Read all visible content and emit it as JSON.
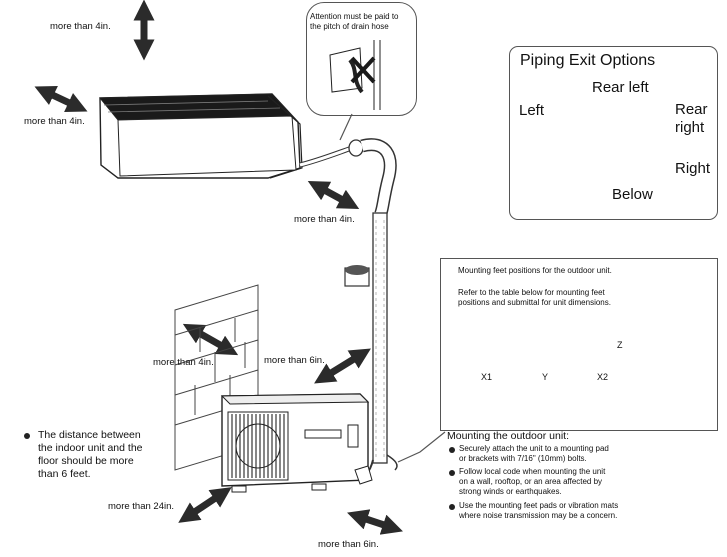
{
  "labels": {
    "clearance_top": "more than 4in.",
    "clearance_left": "more than 4in.",
    "clearance_right_indoor": "more than 4in.",
    "clearance_wall_outdoor": "more than 4in.",
    "clearance_top_outdoor": "more than 6in.",
    "clearance_front_outdoor": "more than 24in.",
    "clearance_side_outdoor": "more than 6in."
  },
  "attention": {
    "line1": "Attention must be paid to",
    "line2": "the pitch of drain hose"
  },
  "piping": {
    "title": "Piping Exit Options",
    "rear_left": "Rear left",
    "left": "Left",
    "rear_right_1": "Rear",
    "rear_right_2": "right",
    "right": "Right",
    "below": "Below"
  },
  "mounting_feet": {
    "line1": "Mounting feet positions for the outdoor unit.",
    "line2": "Refer to the table below for mounting feet",
    "line3": "positions and submittal for unit dimensions.",
    "dim_x1": "X1",
    "dim_y": "Y",
    "dim_x2": "X2",
    "dim_z": "Z"
  },
  "distance_note": {
    "line1": "The distance between",
    "line2": "the indoor unit and the",
    "line3": "floor should be more",
    "line4": "than 6 feet."
  },
  "mounting_outdoor": {
    "title": "Mounting the outdoor unit:",
    "b1_l1": "Securely attach the unit to a mounting pad",
    "b1_l2": "or brackets with 7/16\" (10mm) bolts.",
    "b2_l1": "Follow local code when mounting the unit",
    "b2_l2": "on a wall, rooftop, or an area affected by",
    "b2_l3": "strong winds or earthquakes.",
    "b3_l1": "Use the mounting feet pads or vibration mats",
    "b3_l2": "where noise transmission may be a concern."
  },
  "colors": {
    "ink": "#111111",
    "line": "#333333",
    "fill_dark": "#1a1a1a",
    "arrow": "#2b2b2b"
  }
}
